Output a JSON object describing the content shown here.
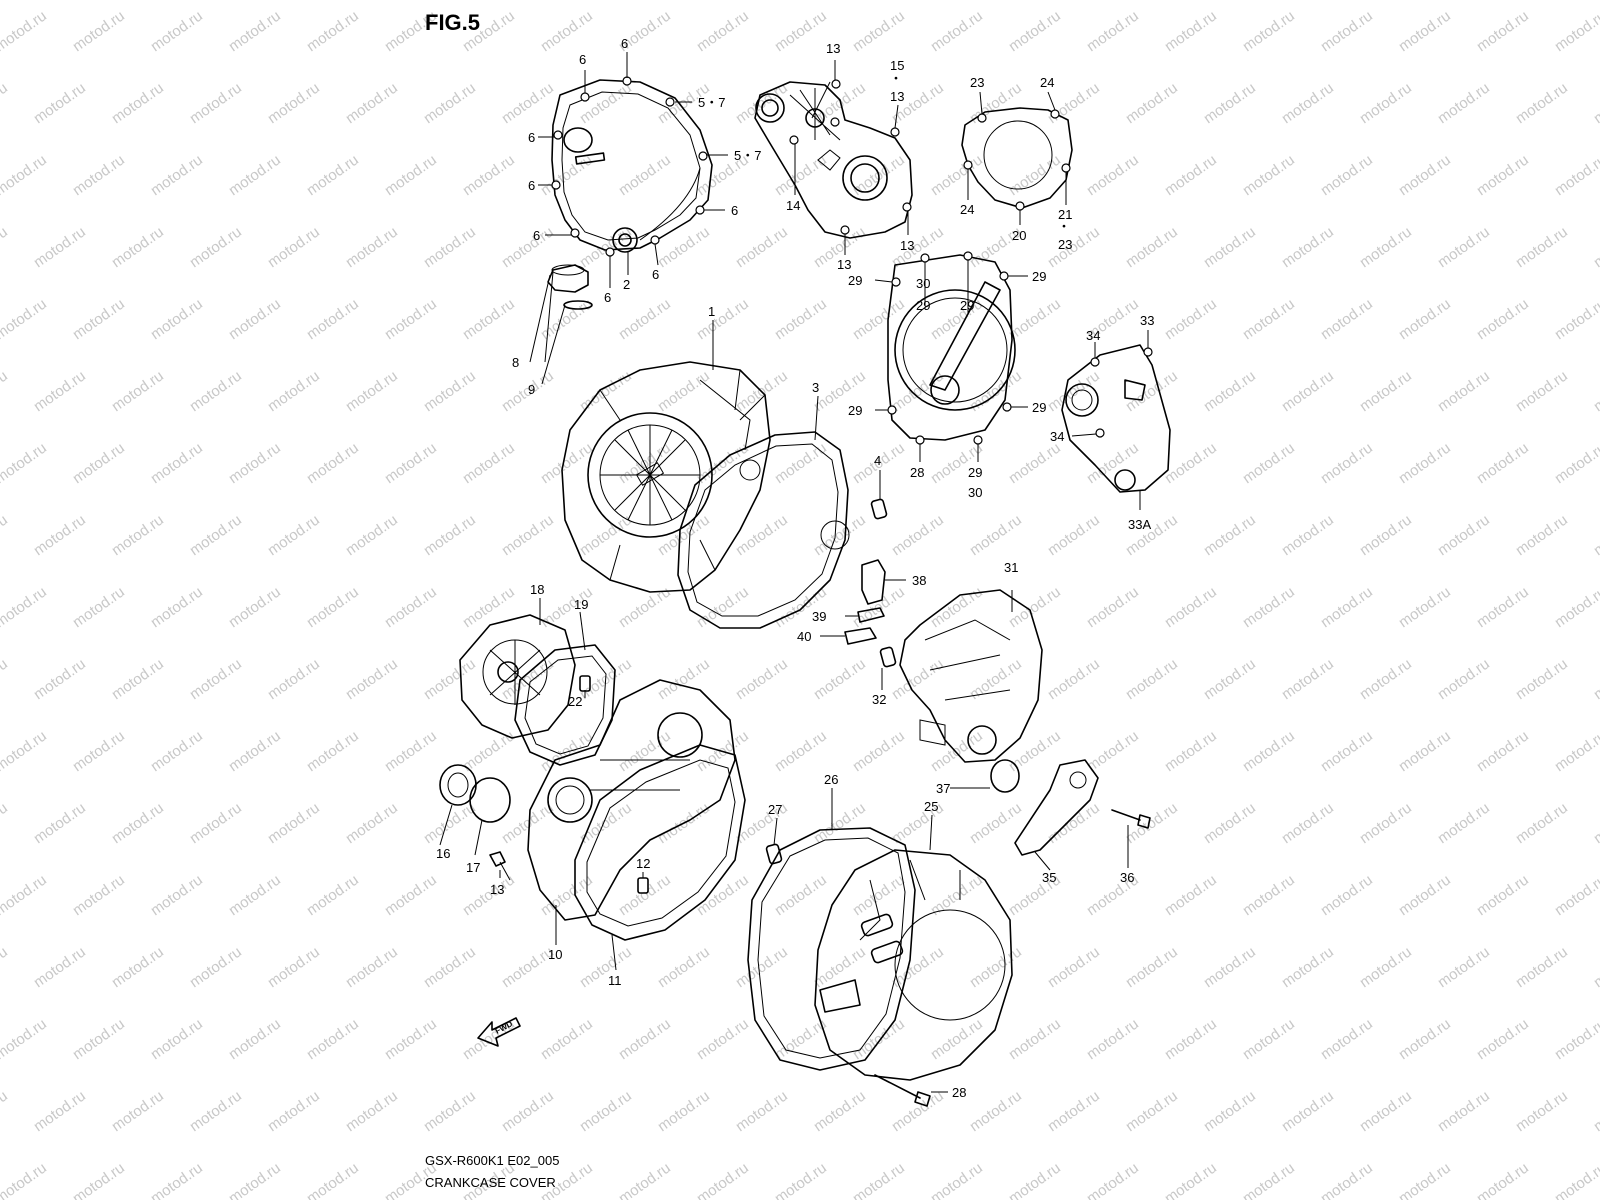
{
  "figure": {
    "title": "FIG.5",
    "model_code": "GSX-R600K1 E02_005",
    "caption": "CRANKCASE COVER"
  },
  "watermark": "motod.ru",
  "fwd_label": "FWD",
  "callouts": [
    {
      "id": "c1",
      "text": "6"
    },
    {
      "id": "c2",
      "text": "6"
    },
    {
      "id": "c3",
      "text": "5・7"
    },
    {
      "id": "c4",
      "text": "6"
    },
    {
      "id": "c5",
      "text": "5・7"
    },
    {
      "id": "c6",
      "text": "6"
    },
    {
      "id": "c7",
      "text": "6"
    },
    {
      "id": "c8",
      "text": "6"
    },
    {
      "id": "c9",
      "text": "6"
    },
    {
      "id": "c10",
      "text": "2"
    },
    {
      "id": "c11",
      "text": "6"
    },
    {
      "id": "c12",
      "text": "13"
    },
    {
      "id": "c13",
      "text": "15"
    },
    {
      "id": "c14",
      "text": "13"
    },
    {
      "id": "c15",
      "text": "14"
    },
    {
      "id": "c16",
      "text": "13"
    },
    {
      "id": "c17",
      "text": "13"
    },
    {
      "id": "c18",
      "text": "23"
    },
    {
      "id": "c19",
      "text": "24"
    },
    {
      "id": "c20",
      "text": "24"
    },
    {
      "id": "c21",
      "text": "20"
    },
    {
      "id": "c22",
      "text": "21"
    },
    {
      "id": "c23",
      "text": "23"
    },
    {
      "id": "c24",
      "text": "1"
    },
    {
      "id": "c25",
      "text": "8"
    },
    {
      "id": "c26",
      "text": "9"
    },
    {
      "id": "c27",
      "text": "3"
    },
    {
      "id": "c28",
      "text": "4"
    },
    {
      "id": "c29",
      "text": "30"
    },
    {
      "id": "c30",
      "text": "29"
    },
    {
      "id": "c31",
      "text": "29"
    },
    {
      "id": "c32",
      "text": "29"
    },
    {
      "id": "c33",
      "text": "29"
    },
    {
      "id": "c34",
      "text": "29"
    },
    {
      "id": "c35",
      "text": "29"
    },
    {
      "id": "c36",
      "text": "28"
    },
    {
      "id": "c37",
      "text": "29"
    },
    {
      "id": "c38",
      "text": "30"
    },
    {
      "id": "c39",
      "text": "34"
    },
    {
      "id": "c40",
      "text": "33"
    },
    {
      "id": "c41",
      "text": "34"
    },
    {
      "id": "c42",
      "text": "33A"
    },
    {
      "id": "c43",
      "text": "38"
    },
    {
      "id": "c44",
      "text": "31"
    },
    {
      "id": "c45",
      "text": "39"
    },
    {
      "id": "c46",
      "text": "40"
    },
    {
      "id": "c47",
      "text": "32"
    },
    {
      "id": "c48",
      "text": "18"
    },
    {
      "id": "c49",
      "text": "19"
    },
    {
      "id": "c50",
      "text": "22"
    },
    {
      "id": "c51",
      "text": "16"
    },
    {
      "id": "c52",
      "text": "17"
    },
    {
      "id": "c53",
      "text": "13"
    },
    {
      "id": "c54",
      "text": "12"
    },
    {
      "id": "c55",
      "text": "10"
    },
    {
      "id": "c56",
      "text": "11"
    },
    {
      "id": "c57",
      "text": "37"
    },
    {
      "id": "c58",
      "text": "26"
    },
    {
      "id": "c59",
      "text": "27"
    },
    {
      "id": "c60",
      "text": "25"
    },
    {
      "id": "c61",
      "text": "35"
    },
    {
      "id": "c62",
      "text": "36"
    },
    {
      "id": "c63",
      "text": "28"
    }
  ]
}
